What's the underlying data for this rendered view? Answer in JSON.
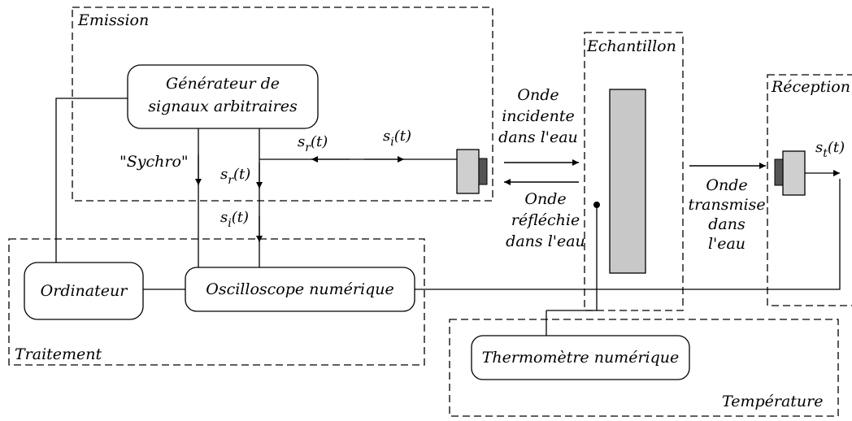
{
  "groups": {
    "emission": "Emission",
    "echantillon": "Echantillon",
    "reception": "Réception",
    "traitement": "Traitement",
    "temperature": "Température"
  },
  "devices": {
    "generator_line1": "Générateur de",
    "generator_line2": "signaux arbitraires",
    "computer": "Ordinateur",
    "oscilloscope": "Oscilloscope numérique",
    "thermometer": "Thermomètre numérique"
  },
  "signals": {
    "sync": "\"Sychro\"",
    "s_letter": "s",
    "t_arg": "(t)",
    "sub_r": "r",
    "sub_i": "i",
    "sub_t": "t"
  },
  "waves": {
    "incident": [
      "Onde",
      "incidente",
      "dans l'eau"
    ],
    "reflected": [
      "Onde",
      "réfléchie",
      "dans l'eau"
    ],
    "transmitted": [
      "Onde",
      "transmise",
      "dans",
      "l'eau"
    ]
  }
}
